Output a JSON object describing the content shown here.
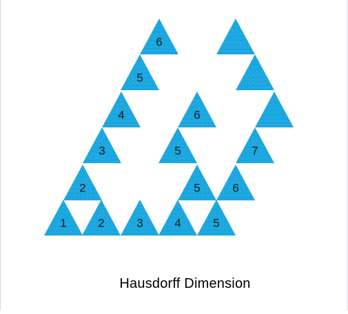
{
  "caption": "Hausdorff  Dimension",
  "colors": {
    "triangle_fill": "#1ba6df",
    "triangle_speckle": "#43bdf0",
    "label": "#1a1a1a"
  },
  "triangles": [
    {
      "label": "1"
    },
    {
      "label": "2"
    },
    {
      "label": "3"
    },
    {
      "label": "4"
    },
    {
      "label": "5"
    },
    {
      "label": "2"
    },
    {
      "label": "3"
    },
    {
      "label": "4"
    },
    {
      "label": "5"
    },
    {
      "label": "6"
    },
    {
      "label": "5"
    },
    {
      "label": "6"
    },
    {
      "label": "5"
    },
    {
      "label": "6"
    },
    {
      "label": "7"
    },
    {
      "label": ""
    },
    {
      "label": ""
    },
    {
      "label": ""
    }
  ]
}
